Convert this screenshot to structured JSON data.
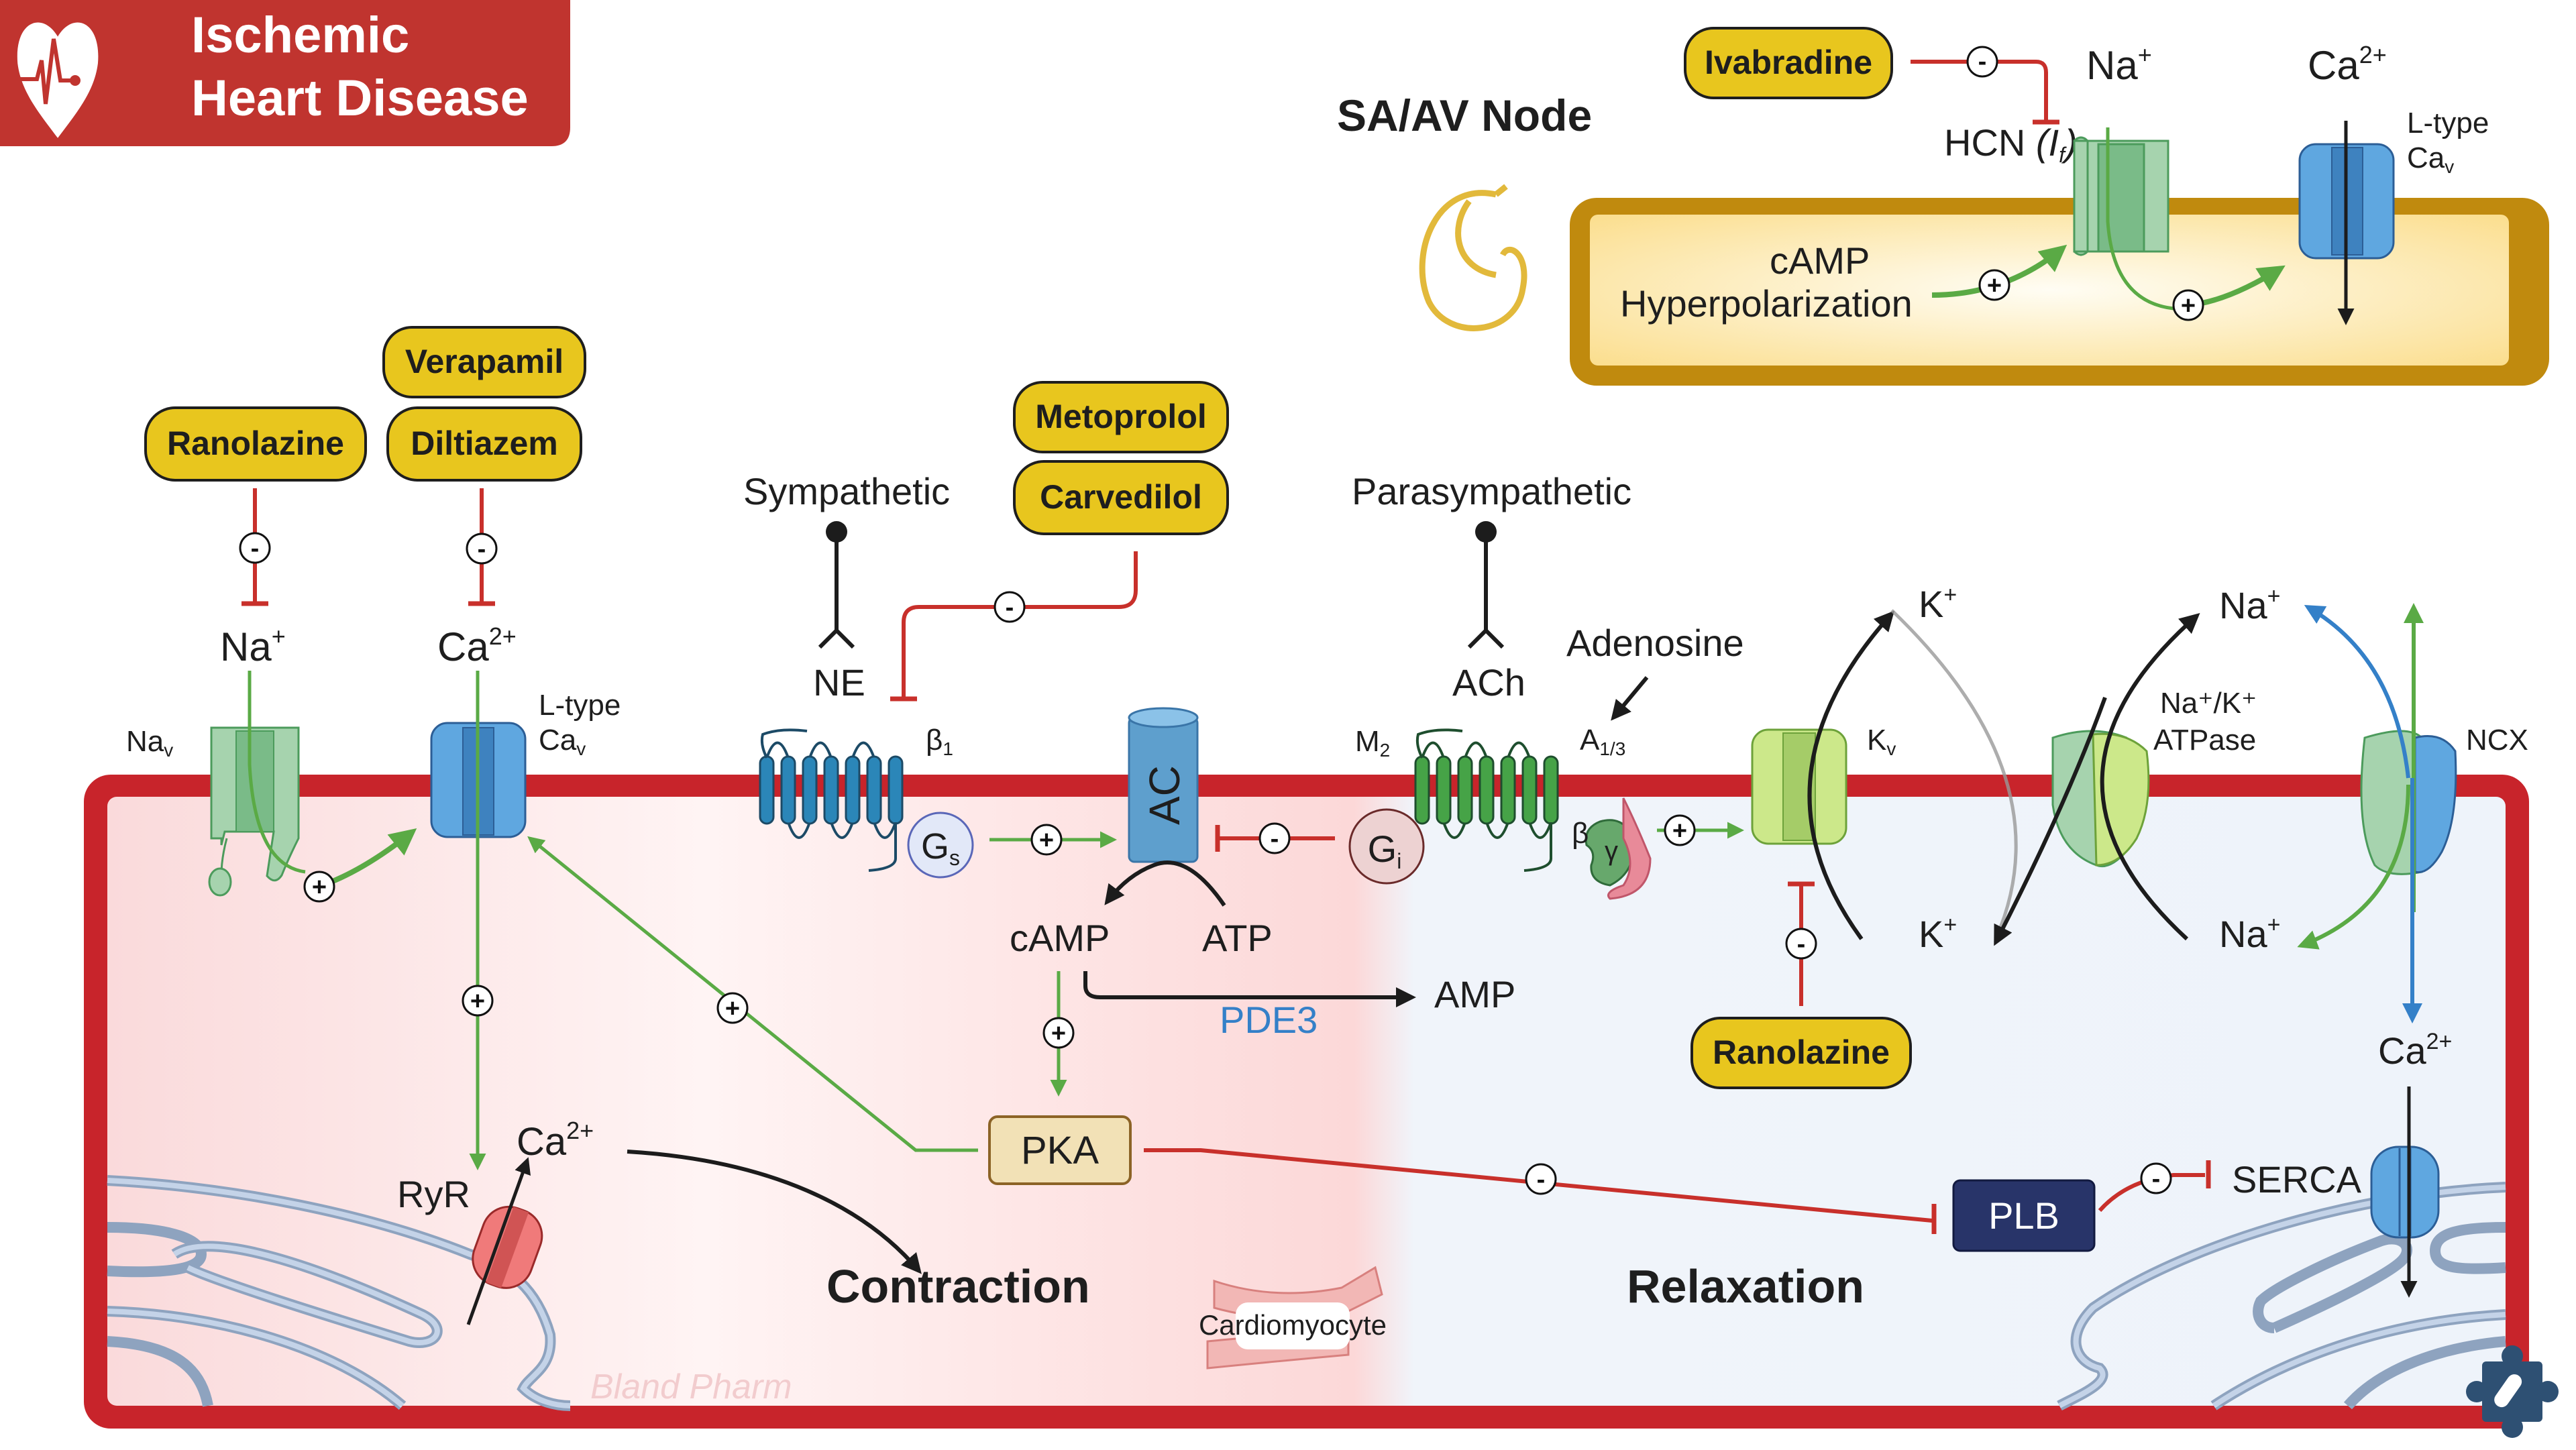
{
  "header": {
    "title_line1": "Ischemic",
    "title_line2": "Heart Disease",
    "logo_icon": "heart-ecg-icon",
    "brand_color": "#C0342F"
  },
  "sa_av_node": {
    "title": "SA/AV Node",
    "drug": "Ivabradine",
    "hcn_label": "HCN",
    "hcn_current": "(I",
    "hcn_current_sub": "f",
    "hcn_current_close": ")",
    "na_ion": "Na",
    "na_sup": "+",
    "ca_ion": "Ca",
    "ca_sup": "2+",
    "ltype_line1": "L-type",
    "ltype_line2": "Ca",
    "ltype_sub": "v",
    "camp": "cAMP",
    "hyperpolarization": "Hyperpolarization",
    "inhibit_sign": "-",
    "stim_sign": "+"
  },
  "drugs": {
    "ranolazine": "Ranolazine",
    "verapamil": "Verapamil",
    "diltiazem": "Diltiazem",
    "metoprolol": "Metoprolol",
    "carvedilol": "Carvedilol",
    "ranolazine_kv": "Ranolazine",
    "color": "#E8C61E"
  },
  "membrane": {
    "nav": "Na",
    "nav_sub": "v",
    "na_ion": "Na",
    "na_sup": "+",
    "ca_ion": "Ca",
    "ca_sup": "2+",
    "ltype_line1": "L-type",
    "ltype_line2": "Ca",
    "ltype_sub": "v",
    "sympathetic": "Sympathetic",
    "ne": "NE",
    "beta1": "β",
    "beta1_sub": "1",
    "ac": "AC",
    "gs": "G",
    "gs_sub": "s",
    "gi": "G",
    "gi_sub": "i",
    "parasympathetic": "Parasympathetic",
    "ach": "ACh",
    "adenosine": "Adenosine",
    "m2": "M",
    "m2_sub": "2",
    "a13": "A",
    "a13_sub": "1/3",
    "beta": "β",
    "gamma": "γ",
    "kv": "K",
    "kv_sub": "v",
    "k_ion": "K",
    "k_sup": "+",
    "nak_atpase_line1": "Na⁺/K⁺",
    "nak_atpase_line2": "ATPase",
    "ncx": "NCX"
  },
  "cytoplasm": {
    "camp": "cAMP",
    "atp": "ATP",
    "amp": "AMP",
    "pde3": "PDE3",
    "pka": "PKA",
    "ryr": "RyR",
    "ca_ion": "Ca",
    "ca_sup": "2+",
    "contraction": "Contraction",
    "relaxation": "Relaxation",
    "cardiomyocyte": "Cardiomyocyte",
    "plb": "PLB",
    "serca": "SERCA",
    "watermark": "Bland Pharm",
    "ncx_ca": "Ca",
    "ncx_ca_sup": "2+"
  },
  "signs": {
    "plus": "+",
    "minus": "-"
  },
  "corner_icon": "puzzle-pill-icon"
}
